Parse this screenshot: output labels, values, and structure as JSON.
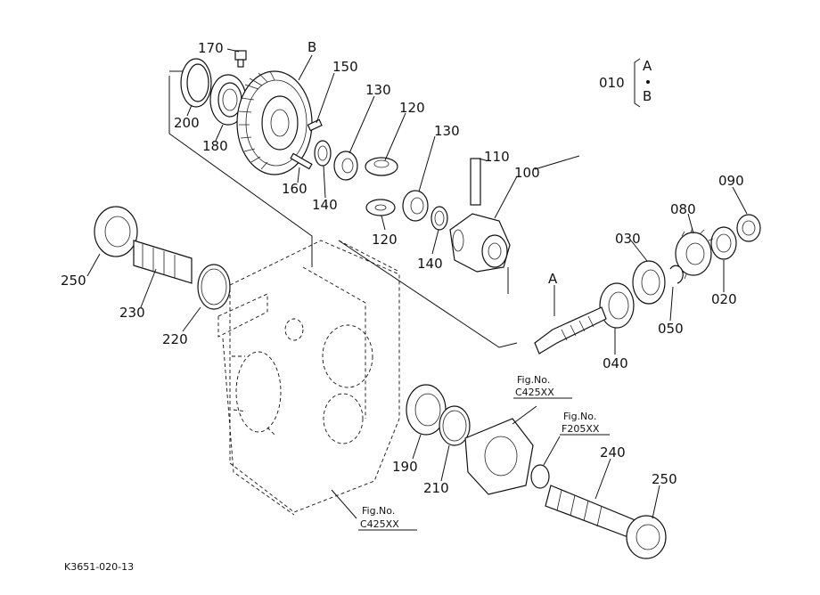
{
  "drawing_id": "K3651-020-13",
  "group_ref": {
    "code": "010",
    "a": "A",
    "b": "B"
  },
  "part_labels": {
    "p170": "170",
    "pB": "B",
    "p150": "150",
    "p200": "200",
    "p180": "180",
    "p130a": "130",
    "p120a": "120",
    "p130b": "130",
    "p110": "110",
    "p100": "100",
    "p160": "160",
    "p140a": "140",
    "p120b": "120",
    "p140b": "140",
    "p090": "090",
    "p080": "080",
    "p030": "030",
    "p020": "020",
    "p050": "050",
    "pA": "A",
    "p040": "040",
    "p250a": "250",
    "p230": "230",
    "p220": "220",
    "p190": "190",
    "p210": "210",
    "p240": "240",
    "p250b": "250"
  },
  "fig_refs": {
    "ref1_line1": "Fig.No.",
    "ref1_line2": "C425XX",
    "ref2_line1": "Fig.No.",
    "ref2_line2": "F205XX",
    "ref3_line1": "Fig.No.",
    "ref3_line2": "C425XX"
  }
}
